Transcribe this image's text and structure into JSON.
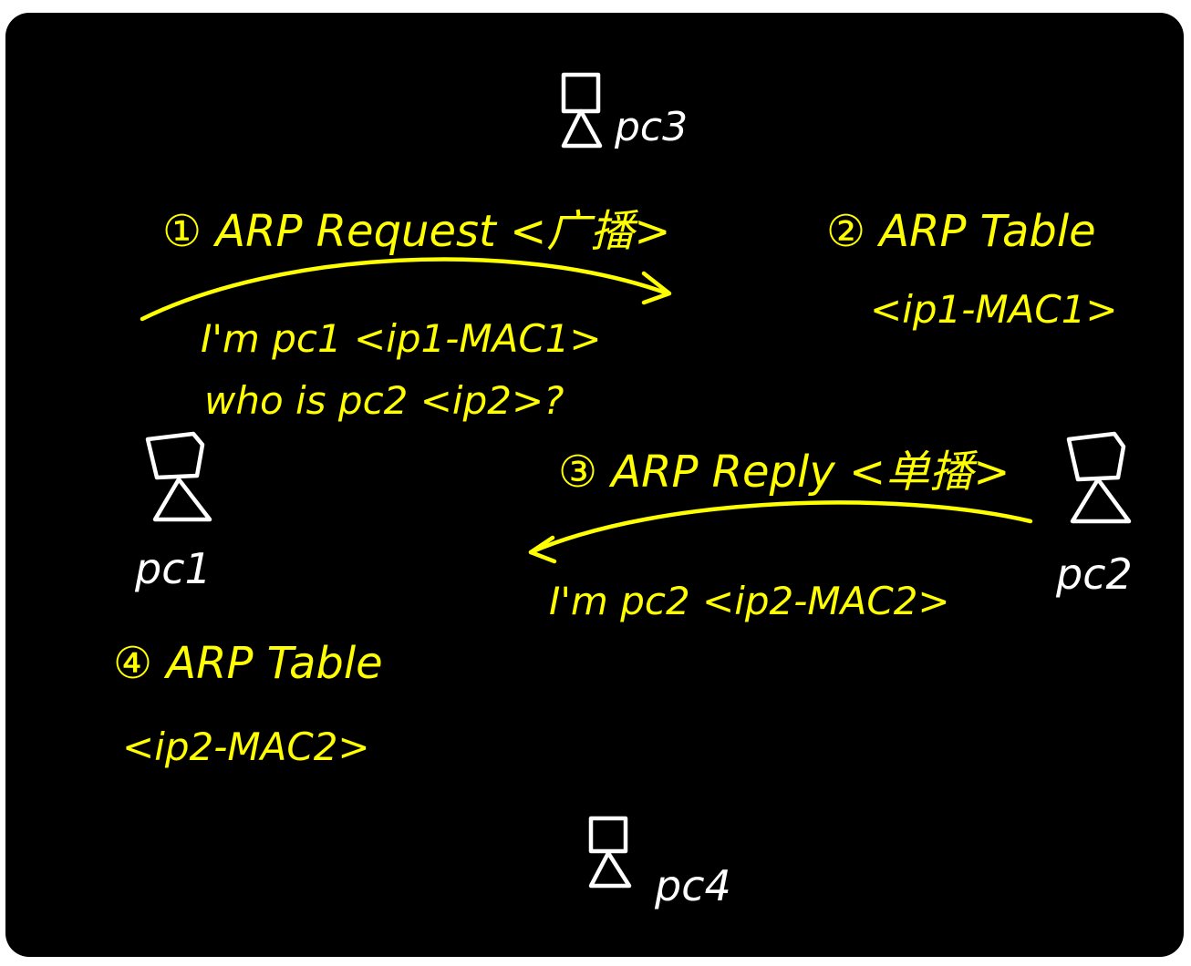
{
  "colors": {
    "background": "#000000",
    "node": "#ffffff",
    "annotation": "#ffff00"
  },
  "nodes": {
    "pc1": "pc1",
    "pc2": "pc2",
    "pc3": "pc3",
    "pc4": "pc4"
  },
  "step1": {
    "title": "① ARP Request <广播>",
    "line1": "I'm pc1 <ip1-MAC1>",
    "line2": "who is pc2 <ip2>?"
  },
  "step2": {
    "title": "② ARP Table",
    "entry": "<ip1-MAC1>"
  },
  "step3": {
    "title": "③ ARP Reply <单播>",
    "line1": "I'm pc2 <ip2-MAC2>"
  },
  "step4": {
    "title": "④ ARP Table",
    "entry": "<ip2-MAC2>"
  }
}
